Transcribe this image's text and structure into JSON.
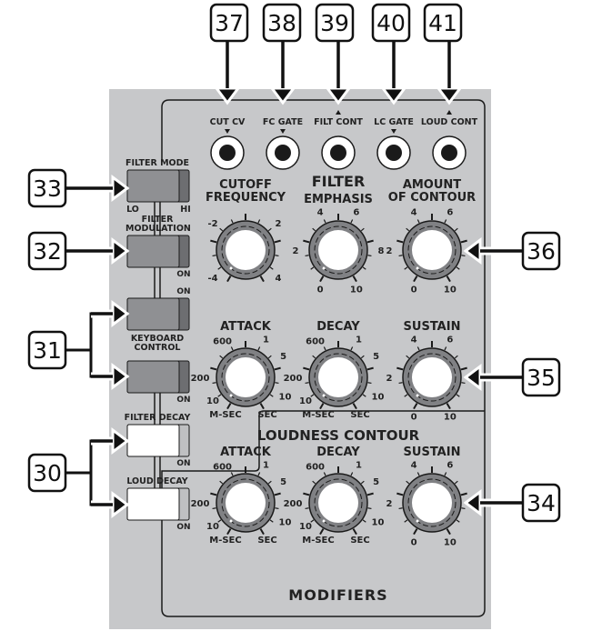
{
  "colors": {
    "panel": "#c7c8ca",
    "switch_dark": "#8f9093",
    "switch_edge": "#6d6e71",
    "ink": "#1a1a1a",
    "knob_ring": "#808184"
  },
  "callouts": {
    "top": [
      "37",
      "38",
      "39",
      "40",
      "41"
    ],
    "left": [
      "33",
      "32",
      "31",
      "30"
    ],
    "right": [
      "36",
      "35",
      "34"
    ]
  },
  "jacks": [
    {
      "label": "CUT CV",
      "marker": "down"
    },
    {
      "label": "FC GATE",
      "marker": "down"
    },
    {
      "label": "FILT CONT",
      "marker": "up"
    },
    {
      "label": "LC GATE",
      "marker": "down"
    },
    {
      "label": "LOUD CONT",
      "marker": "up"
    }
  ],
  "switches": {
    "filter_mode": {
      "label": "FILTER MODE",
      "lo": "LO",
      "hi": "HI"
    },
    "filter_modulation": {
      "label": "FILTER MODULATION",
      "on": "ON"
    },
    "keyboard_control_1": {
      "on": "ON"
    },
    "keyboard_control_2": {
      "label": "KEYBOARD CONTROL",
      "on": "ON"
    },
    "filter_decay": {
      "label": "FILTER DECAY",
      "on": "ON"
    },
    "loud_decay": {
      "label": "LOUD DECAY",
      "on": "ON"
    }
  },
  "sections": {
    "filter": "FILTER",
    "loudness": "LOUDNESS CONTOUR",
    "panel": "MODIFIERS"
  },
  "knobs": [
    {
      "title": [
        "CUTOFF",
        "FREQUENCY"
      ],
      "scale": [
        "-2",
        "2",
        "-4",
        "4"
      ],
      "units": []
    },
    {
      "title": [
        "EMPHASIS"
      ],
      "scale": [
        "4",
        "6",
        "2",
        "8",
        "0",
        "10"
      ],
      "units": []
    },
    {
      "title": [
        "AMOUNT",
        "OF CONTOUR"
      ],
      "scale": [
        "4",
        "6",
        "2",
        "",
        "0",
        "10"
      ],
      "units": []
    },
    {
      "title": [
        "ATTACK"
      ],
      "scale": [
        "600",
        "1",
        "5",
        "200",
        "10",
        "10"
      ],
      "units": [
        "M-SEC",
        "SEC"
      ]
    },
    {
      "title": [
        "DECAY"
      ],
      "scale": [
        "600",
        "1",
        "5",
        "200",
        "10",
        "10"
      ],
      "units": [
        "M-SEC",
        "SEC"
      ]
    },
    {
      "title": [
        "SUSTAIN"
      ],
      "scale": [
        "4",
        "6",
        "2",
        "",
        "0",
        "10"
      ],
      "units": []
    },
    {
      "title": [
        "ATTACK"
      ],
      "scale": [
        "600",
        "1",
        "5",
        "200",
        "10",
        "10"
      ],
      "units": [
        "M-SEC",
        "SEC"
      ]
    },
    {
      "title": [
        "DECAY"
      ],
      "scale": [
        "600",
        "1",
        "5",
        "200",
        "10",
        "10"
      ],
      "units": [
        "M-SEC",
        "SEC"
      ]
    },
    {
      "title": [
        "SUSTAIN"
      ],
      "scale": [
        "4",
        "6",
        "2",
        "",
        "0",
        "10"
      ],
      "units": []
    }
  ]
}
